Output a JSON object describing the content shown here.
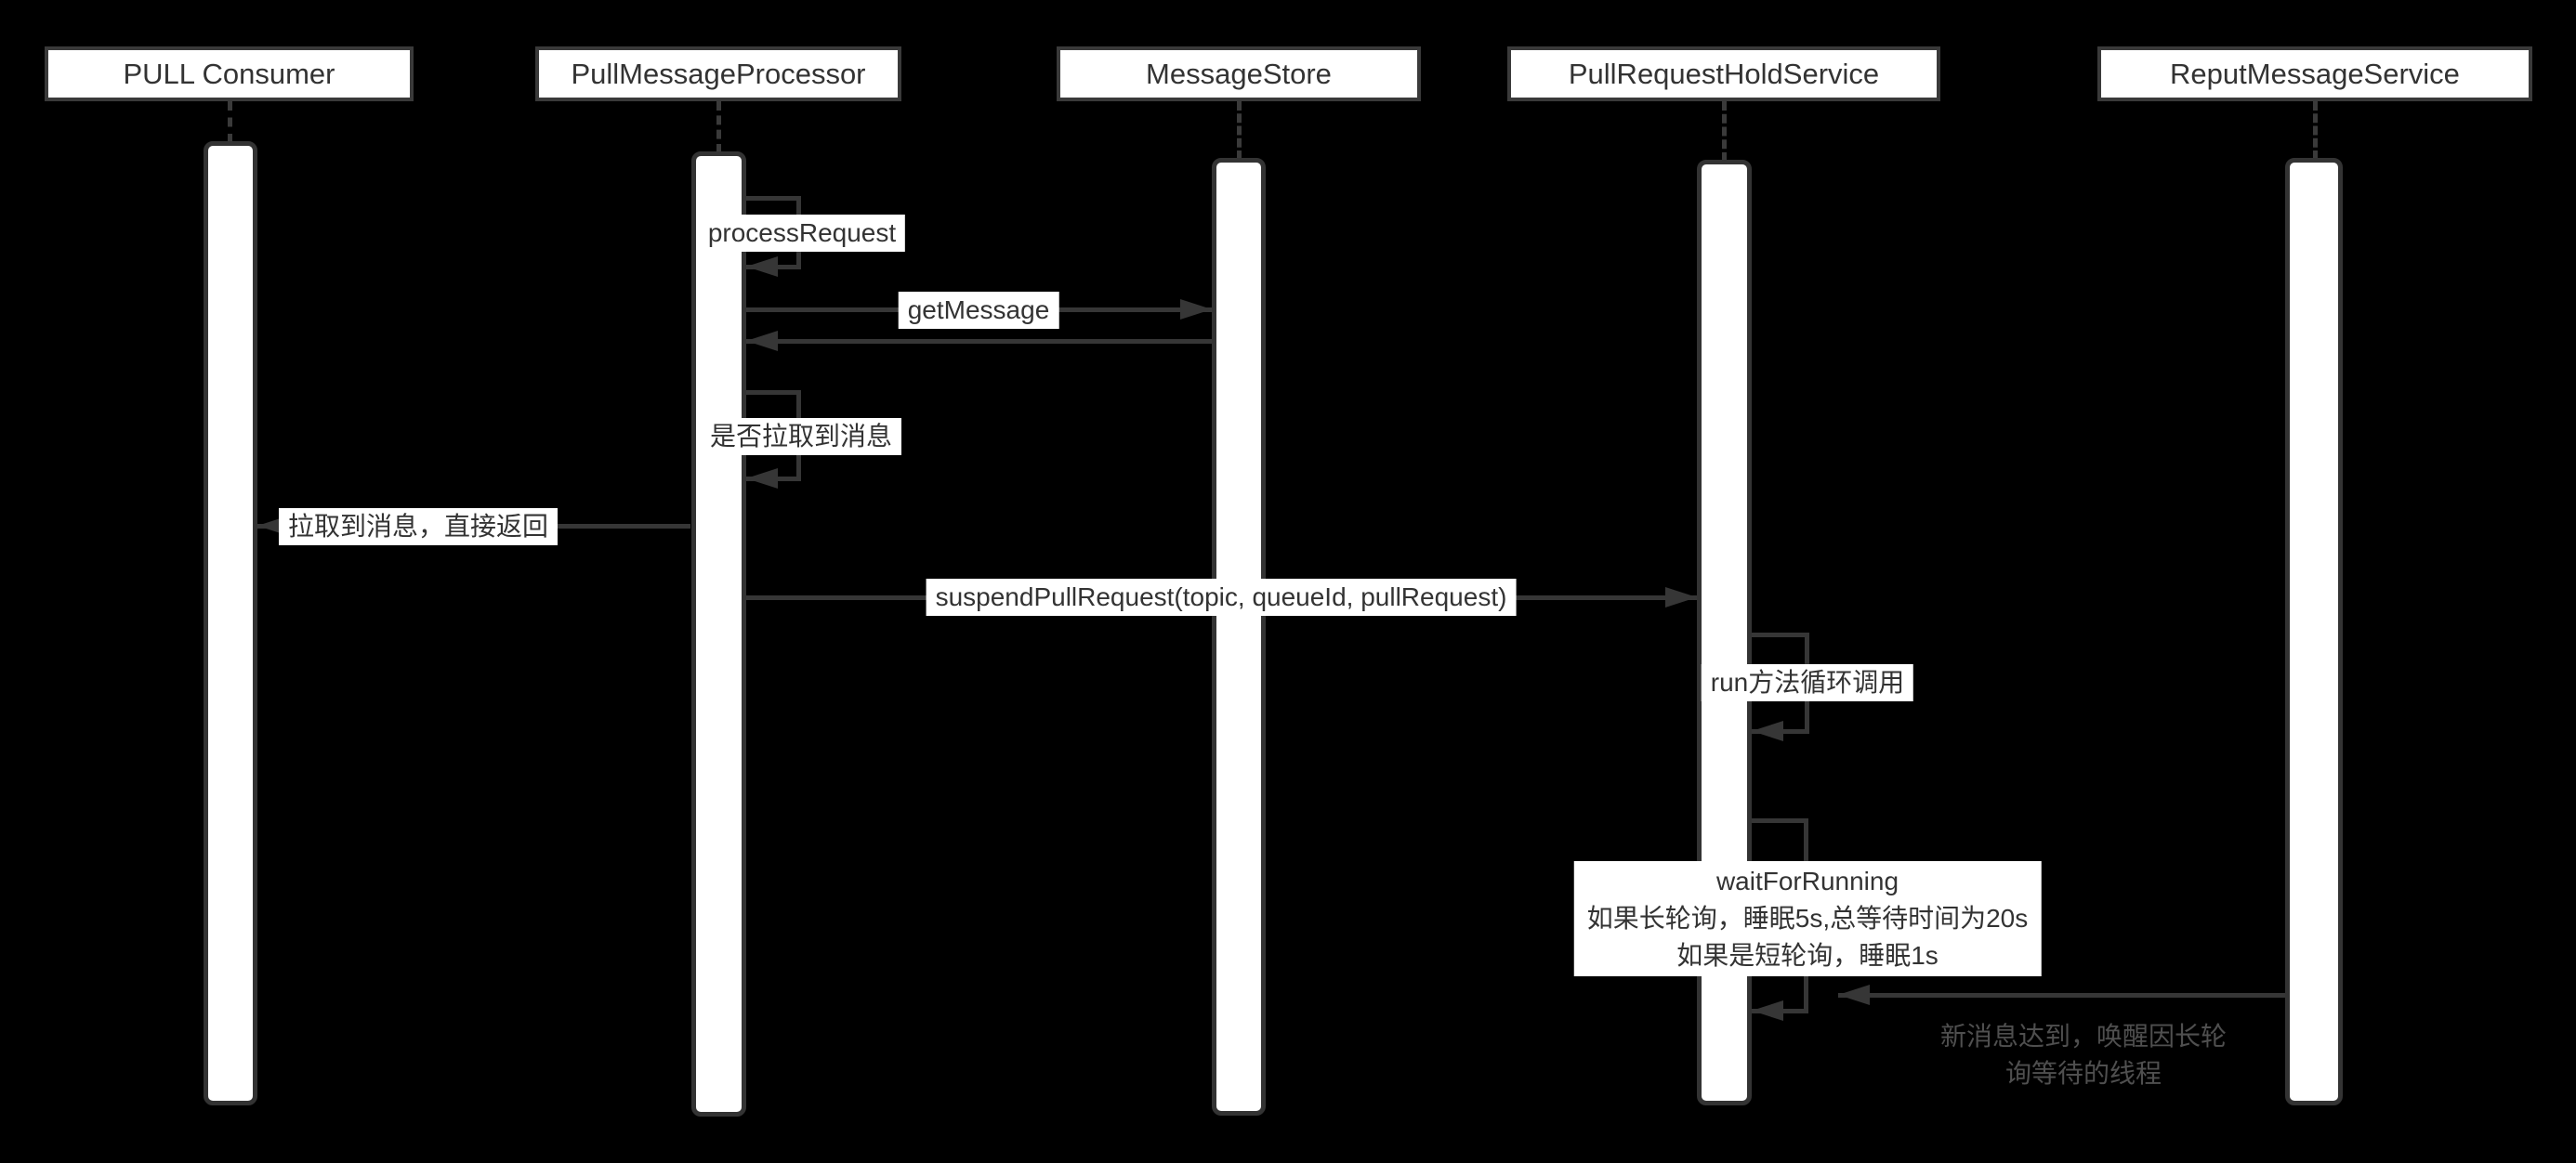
{
  "diagram": {
    "type": "uml-sequence-diagram",
    "theme": {
      "background_color": "#000000",
      "stroke_color": "#363636",
      "box_fill_color": "#ffffff",
      "text_color": "#333333",
      "muted_text_color": "#4f4f4f"
    },
    "participants": [
      {
        "name": "PULL Consumer"
      },
      {
        "name": "PullMessageProcessor"
      },
      {
        "name": "MessageStore"
      },
      {
        "name": "PullRequestHoldService"
      },
      {
        "name": "ReputMessageService"
      }
    ],
    "messages": {
      "process_request": "processRequest",
      "get_message": "getMessage",
      "pulled_check": "是否拉取到消息",
      "pulled_return": "拉取到消息，直接返回",
      "suspend_pull_request": "suspendPullRequest(topic, queueId, pullRequest)",
      "run_loop": "run方法循环调用",
      "wait_for_running": "waitForRunning\n如果长轮询，睡眠5s,总等待时间为20s\n如果是短轮询，睡眠1s",
      "new_message_notify": "新消息达到，唤醒因长轮\n询等待的线程"
    }
  }
}
